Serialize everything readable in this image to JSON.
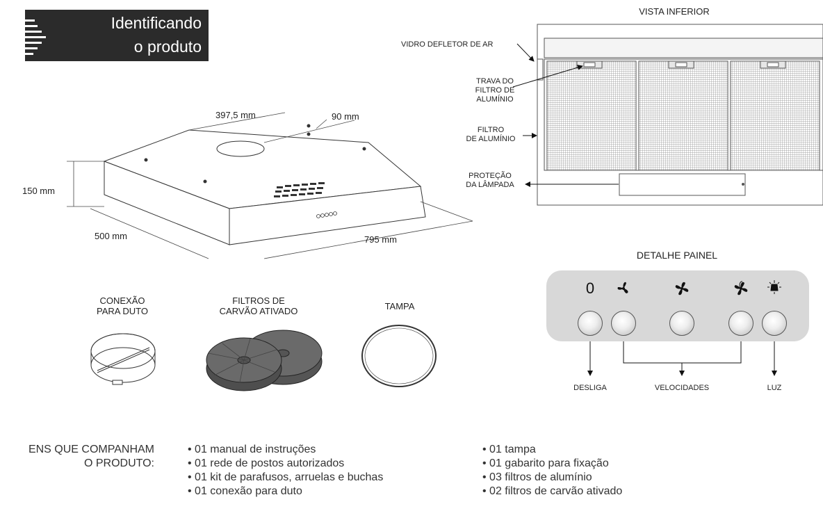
{
  "banner": {
    "line1": "Identificando",
    "line2": "o produto"
  },
  "dimensions": {
    "width_top": "397,5 mm",
    "duct": "90 mm",
    "height": "150 mm",
    "depth": "500 mm",
    "width": "795 mm"
  },
  "bottom_view": {
    "title": "VISTA INFERIOR",
    "glass": "VIDRO DEFLETOR DE AR",
    "lock": [
      "TRAVA DO",
      "FILTRO DE",
      "ALUMÍNIO"
    ],
    "filter": [
      "FILTRO",
      "DE ALUMÍNIO"
    ],
    "lamp": [
      "PROTEÇÃO",
      "DA LÂMPADA"
    ]
  },
  "accessories": {
    "duct": [
      "CONEXÃO",
      "PARA DUTO"
    ],
    "carbon": [
      "FILTROS DE",
      "CARVÃO ATIVADO"
    ],
    "lid": "TAMPA"
  },
  "panel": {
    "title": "DETALHE PAINEL",
    "off_symbol": "0",
    "fan_icons": [
      "fan-speed-1-icon",
      "fan-speed-2-icon",
      "fan-speed-3-icon"
    ],
    "light_icon": "lamp-icon",
    "labels": {
      "off": "DESLIGA",
      "speeds": "VELOCIDADES",
      "light": "LUZ"
    }
  },
  "items": {
    "title_line1": "ENS QUE COMPANHAM",
    "title_line2": "O PRODUTO:",
    "col1": [
      "01 manual de instruções",
      "01 rede de postos autorizados",
      "01 kit de parafusos, arruelas e buchas",
      "01 conexão para duto"
    ],
    "col2": [
      "01 tampa",
      "01 gabarito para fixação",
      "03 filtros de alumínio",
      " 02 filtros de carvão ativado"
    ]
  }
}
